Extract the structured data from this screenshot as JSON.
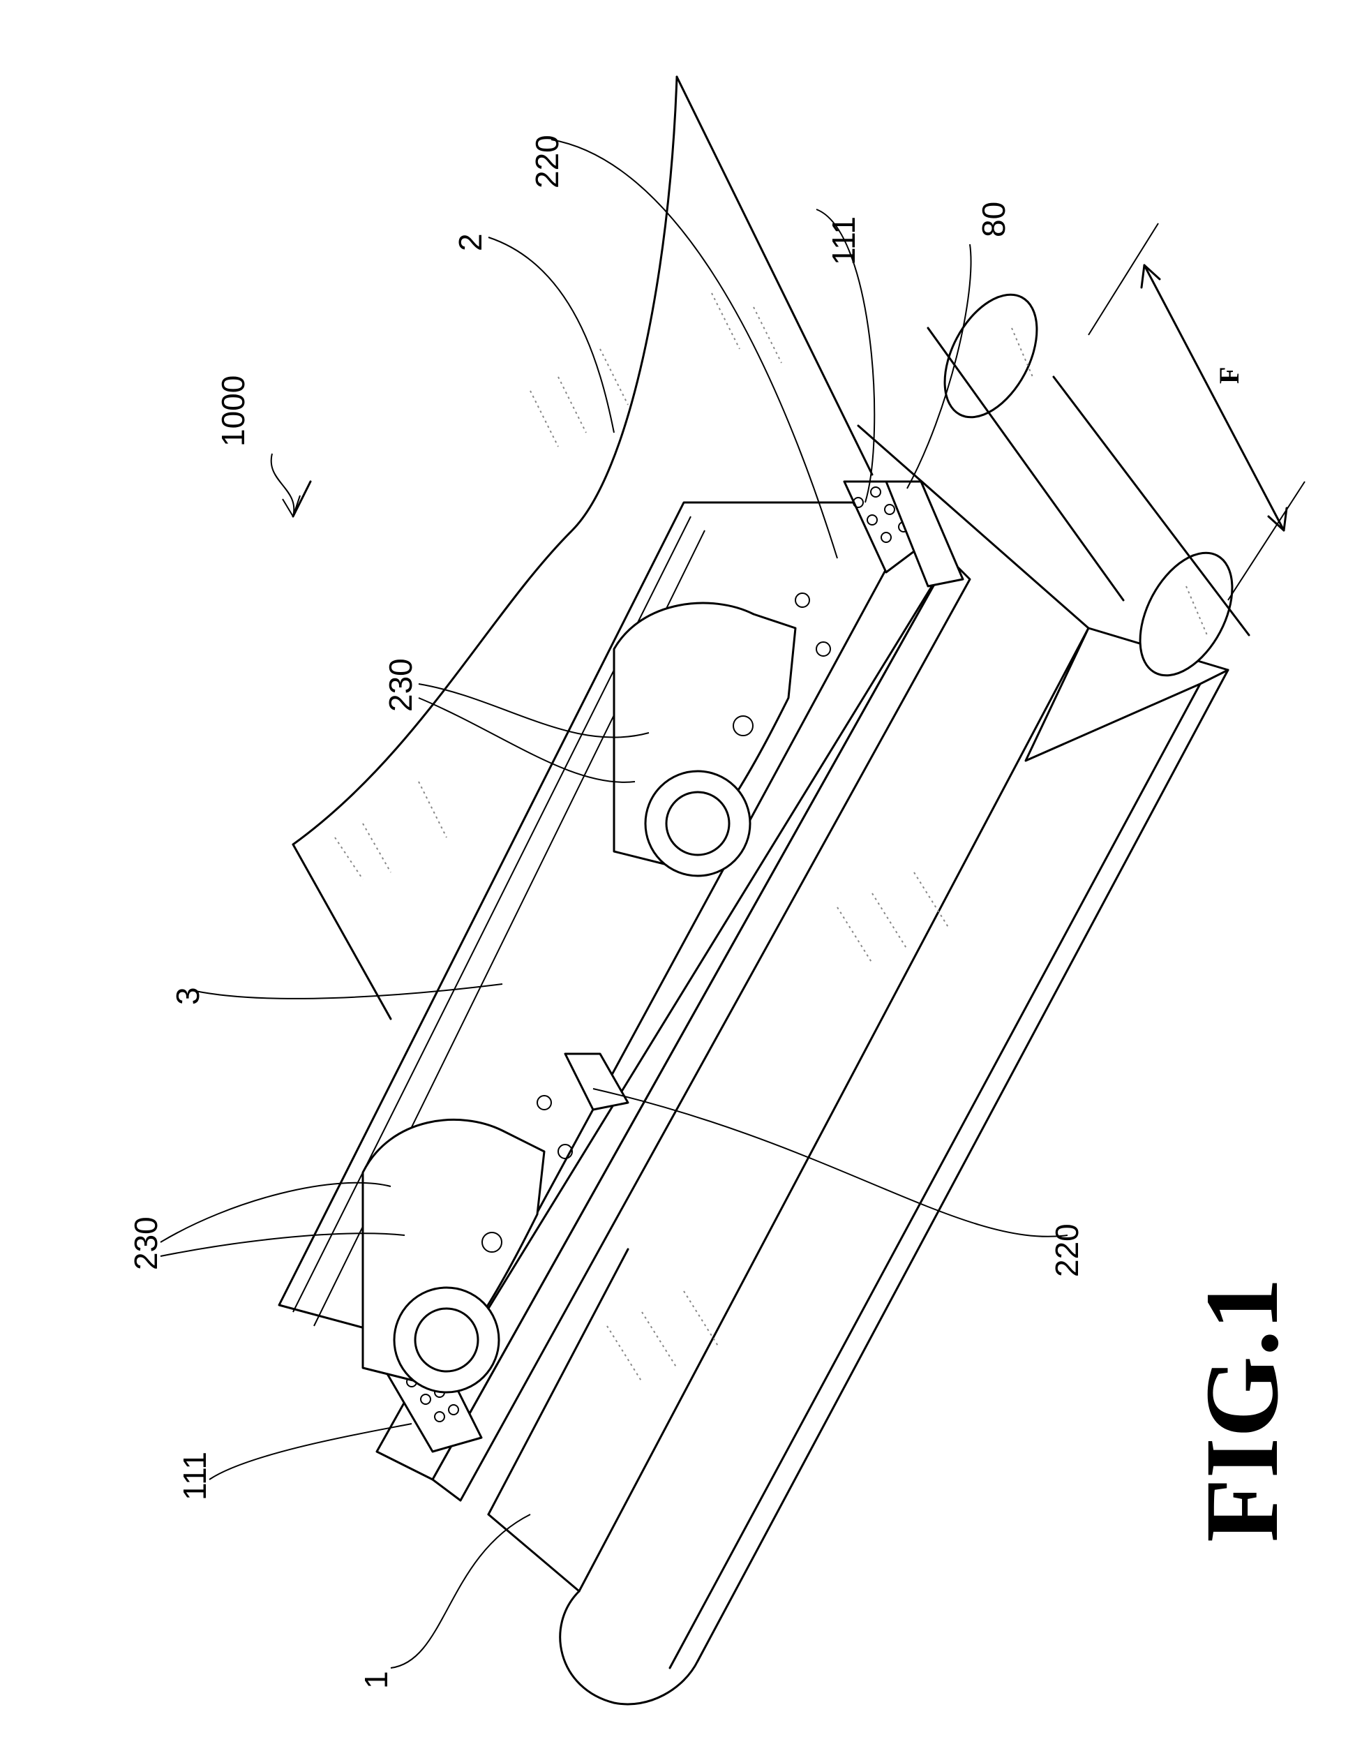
{
  "figure": {
    "caption": "FIG.1",
    "direction_label": "F",
    "reference_numerals": {
      "assembly": "1000",
      "belt": "1",
      "sheet": "2",
      "frame": "3",
      "plate_left": "111",
      "plate_right": "111",
      "guide_top": "220",
      "guide_bottom": "220",
      "coils_left": "230",
      "coils_right": "230",
      "roller": "80"
    }
  }
}
